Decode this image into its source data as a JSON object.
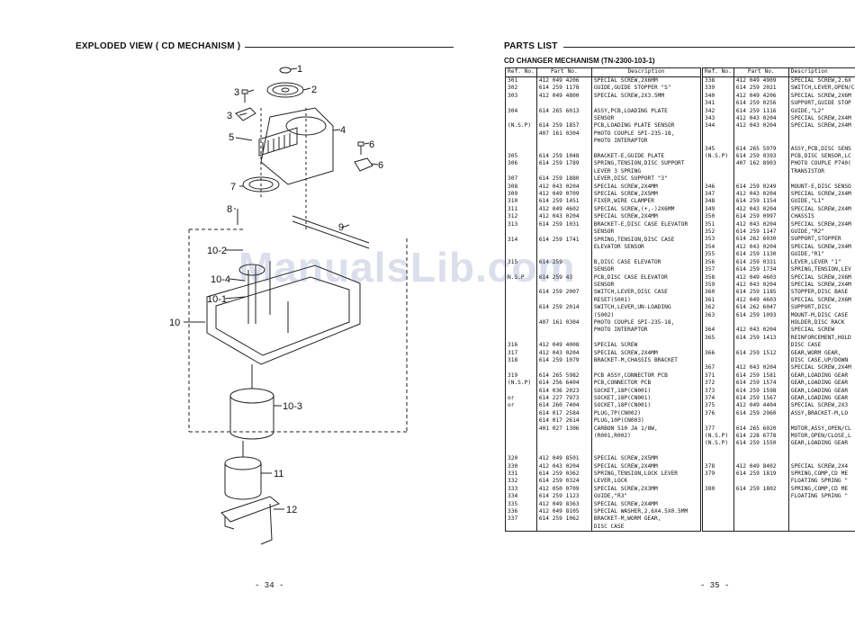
{
  "left_page": {
    "title": "EXPLODED VIEW ( CD MECHANISM )",
    "page_number": "- 34 -",
    "callouts": [
      "1",
      "2",
      "3",
      "4",
      "5",
      "6",
      "3",
      "6",
      "7",
      "8",
      "9",
      "10-2",
      "10-4",
      "10-1",
      "10",
      "10-3",
      "11",
      "12"
    ]
  },
  "right_page": {
    "title": "PARTS LIST",
    "subtitle": "CD CHANGER MECHANISM (TN-2300-103-1)",
    "page_number": "- 35 -",
    "headers": [
      "Ref. No.",
      "Part No.",
      "Description"
    ],
    "left_rows": [
      [
        "301",
        "412 049 4206",
        "SPECIAL SCREW,2X6MM"
      ],
      [
        "302",
        "614 259 1178",
        "GUIDE,GUIDE STOPPER \"S\""
      ],
      [
        "303",
        "412 049 4800",
        "SPECIAL SCREW,2X3.5MM"
      ],
      [
        "",
        "",
        " "
      ],
      [
        "304",
        "614 265 6013",
        "ASSY,PCB,LOADING PLATE"
      ],
      [
        "",
        "",
        "SENSOR"
      ],
      [
        "(N.S.P)",
        "614 259 1857",
        "PCB,LOADING PLATE SENSOR"
      ],
      [
        "",
        "407 161 0304",
        "PHOTO COUPLE SPI-235-18,"
      ],
      [
        "",
        "",
        "PHOTO INTERAPTOR"
      ],
      [
        "",
        "",
        ""
      ],
      [
        "305",
        "614 259 1048",
        "BRACKET-E,GUIDE PLATE"
      ],
      [
        "306",
        "614 259 1789",
        "SPRING,TENSION,DISC SUPPORT"
      ],
      [
        "",
        "",
        "LEVER 3 SPRING"
      ],
      [
        "307",
        "614 259 1880",
        "LEVER,DISC SUPPORT \"3\""
      ],
      [
        "308",
        "412 043 0204",
        "SPECIAL SCREW,2X4MM"
      ],
      [
        "309",
        "412 049 0709",
        "SPECIAL SCREW,2X5MM"
      ],
      [
        "310",
        "614 259 1451",
        "FIXER,WIRE CLAMPER"
      ],
      [
        "311",
        "412 049 4602",
        "SPECIAL SCREW,(+,-)2X6MM"
      ],
      [
        "312",
        "412 043 0204",
        "SPECIAL SCREW,2X4MM"
      ],
      [
        "313",
        "614 259 1031",
        "BRACKET-E,DISC CASE ELEVATOR"
      ],
      [
        "",
        "",
        "SENSOR"
      ],
      [
        "314",
        "614 259 1741",
        "SPRING,TENSION,DISC CASE"
      ],
      [
        "",
        "",
        "ELEVATOR SENSOR"
      ],
      [
        "",
        "",
        ""
      ],
      [
        "315",
        "614 259 ",
        "B,DISC CASE ELEVATOR"
      ],
      [
        "",
        "",
        "SENSOR"
      ],
      [
        "N.S.P",
        "614 259  43",
        "PCB,DISC CASE ELEVATOR"
      ],
      [
        "",
        "",
        "SENSOR"
      ],
      [
        "",
        "614 259 2007",
        "SWITCH,LEVER,DISC CASE"
      ],
      [
        "",
        "",
        "RESET(S001)"
      ],
      [
        "",
        "614 259 2014",
        "SWITCH,LEVER,UN-LOADING"
      ],
      [
        "",
        "",
        "(S002)"
      ],
      [
        "",
        "407 161 0304",
        "PHOTO COUPLE SPI-235-18,"
      ],
      [
        "",
        "",
        "PHOTO INTERAPTOR"
      ],
      [
        "",
        "",
        ""
      ],
      [
        "316",
        "412 049 4008",
        "SPECIAL SCREW"
      ],
      [
        "317",
        "412 043 0204",
        "SPECIAL SCREW,2X4MM"
      ],
      [
        "318",
        "614 259 1079",
        "BRACKET-M,CHASSIS BRACKET"
      ],
      [
        "",
        "",
        ""
      ],
      [
        "319",
        "614 265 5982",
        "PCB ASSY,CONNECTOR PCB"
      ],
      [
        "(N.S.P)",
        "614 256 6404",
        "PCB,CONNECTOR PCB"
      ],
      [
        "",
        "614 036 2023",
        "SOCKET,18P(CN001)"
      ],
      [
        "or",
        "614 227 7973",
        "SOCKET,18P(CN001)"
      ],
      [
        "or",
        "614 260 7404",
        "SOCKET,18P(CN001)"
      ],
      [
        "",
        "614 017 2584",
        "PLUG,7P(CN002)"
      ],
      [
        "",
        "614 017 2614",
        "PLUG,10P(CN003)"
      ],
      [
        "",
        "401 027 1306",
        "CARBON   510 JA  1/8W,"
      ],
      [
        "",
        "",
        "(R001,R002)"
      ],
      [
        "",
        "",
        ""
      ],
      [
        "",
        "",
        ""
      ],
      [
        "320",
        "412 049 8501",
        "SPECIAL SCREW,2X5MM"
      ],
      [
        "330",
        "412 043 0204",
        "SPECIAL SCREW,2X4MM"
      ],
      [
        "331",
        "614 259 0362",
        "SPRING,TENSION,LOCK LEVER"
      ],
      [
        "332",
        "614 259 0324",
        "LEVER,LOCK"
      ],
      [
        "333",
        "412 050 0709",
        "SPECIAL SCREW,2X3MM"
      ],
      [
        "334",
        "614 259 1123",
        "GUIDE,\"R3\""
      ],
      [
        "335",
        "412 049 8363",
        "SPECIAL SCREW,2X4MM"
      ],
      [
        "336",
        "412 049 8105",
        "SPECIAL WASHER,2.6X4.5X0.5MM"
      ],
      [
        "337",
        "614 259 1062",
        "BRACKET-M,WORM GEAR,"
      ],
      [
        "",
        "",
        "DISC CASE"
      ]
    ],
    "right_rows": [
      [
        "338",
        "412 049 4909",
        "SPECIAL SCREW,2.6X"
      ],
      [
        "339",
        "614 259 2021",
        "SWITCH,LEVER,OPEN/C"
      ],
      [
        "340",
        "412 049 4206",
        "SPECIAL SCREW,2X6M"
      ],
      [
        "341",
        "614 259 0256",
        "SUPPORT,GUIDE STOP"
      ],
      [
        "342",
        "614 259 1116",
        "GUIDE,\"L2\""
      ],
      [
        "343",
        "412 043 0204",
        "SPECIAL SCREW,2X4M"
      ],
      [
        "344",
        "412 043 0204",
        "SPECIAL SCREW,2X4M"
      ],
      [
        "",
        "",
        ""
      ],
      [
        "",
        "",
        ""
      ],
      [
        "345",
        "614 265 5979",
        "ASSY,PCB,DISC SENS"
      ],
      [
        "(N.S.P)",
        "614 259 0393",
        "PCB,DISC SENSOR,LC"
      ],
      [
        "",
        "407 162 8903",
        "PHOTO COUPLE P740("
      ],
      [
        "",
        "",
        "TRANSISTOR"
      ],
      [
        "",
        "",
        ""
      ],
      [
        "346",
        "614 259 0249",
        "MOUNT-E,DISC SENSO"
      ],
      [
        "347",
        "412 043 0204",
        "SPECIAL SCREW,2X4M"
      ],
      [
        "348",
        "614 259 1154",
        "GUIDE,\"L1\""
      ],
      [
        "349",
        "412 043 0204",
        "SPECIAL SCREW,2X4M"
      ],
      [
        "350",
        "614 259 0997",
        "CHASSIS"
      ],
      [
        "351",
        "412 043 0204",
        "SPECIAL SCREW,2X4M"
      ],
      [
        "352",
        "614 259 1147",
        "GUIDE,\"R2\""
      ],
      [
        "353",
        "614 262 6030",
        "SUPPORT,STOPPER"
      ],
      [
        "354",
        "412 043 0204",
        "SPECIAL SCREW,2X4M"
      ],
      [
        "355",
        "614 259 1130",
        "GUIDE,\"R1\""
      ],
      [
        "356",
        "614 259 0331",
        "LEVER,LEVER \"1\""
      ],
      [
        "357",
        "614 259 1734",
        "SPRING,TENSION,LEV"
      ],
      [
        "358",
        "412 049 4603",
        "SPECIAL SCREW,2X6M"
      ],
      [
        "359",
        "412 043 0204",
        "SPECIAL SCREW,2X4M"
      ],
      [
        "360",
        "614 259 1185",
        "STOPPER,DISC BASE"
      ],
      [
        "361",
        "412 049 4603",
        "SPECIAL SCREW,2X6M"
      ],
      [
        "362",
        "614 262 6047",
        "SUPPORT,DISC"
      ],
      [
        "363",
        "614 259 1093",
        "MOUNT-M,DISC CASE"
      ],
      [
        "",
        "",
        "HOLDER,DISC RACK"
      ],
      [
        "364",
        "412 043 0204",
        "SPECIAL SCREW"
      ],
      [
        "365",
        "614 259 1413",
        "REINFORCEMENT,HOLD"
      ],
      [
        "",
        "",
        "DISC CASE"
      ],
      [
        "366",
        "614 259 1512",
        "GEAR,WORM GEAR,"
      ],
      [
        "",
        "",
        "DISC CASE,UP/DOWN"
      ],
      [
        "367",
        "412 043 0204",
        "SPECIAL SCREW,2X4M"
      ],
      [
        "371",
        "614 259 1581",
        "GEAR,LOADING GEAR"
      ],
      [
        "372",
        "614 259 1574",
        "GEAR,LOADING GEAR"
      ],
      [
        "373",
        "614 259 1598",
        "GEAR,LOADING GEAR"
      ],
      [
        "374",
        "614 259 1567",
        "GEAR,LOADING GEAR"
      ],
      [
        "375",
        "412 049 4404",
        "SPECIAL SCREW,2X3"
      ],
      [
        "376",
        "614 259 2960",
        "ASSY,BRACKET-M,LO"
      ],
      [
        "",
        "",
        ""
      ],
      [
        "377",
        "614 265 6020",
        "MOTOR,ASSY,OPEN/CL"
      ],
      [
        "(N.S.P)",
        "614 228 6778",
        "MOTOR,OPEN/CLOSE,L"
      ],
      [
        "(N.S.P)",
        "614 259 1550",
        "GEAR,LOADING GEAR"
      ],
      [
        "",
        "",
        ""
      ],
      [
        "",
        "",
        ""
      ],
      [
        "378",
        "412 049 8402",
        "SPECIAL SCREW,2X4"
      ],
      [
        "379",
        "614 259 1819",
        "SPRING,COMP,CD ME"
      ],
      [
        "",
        "",
        "FLOATING SPRING \""
      ],
      [
        "380",
        "614 259 1802",
        "SPRING,COMP,CD ME"
      ],
      [
        "",
        "",
        "FLOATING SPRING \""
      ],
      [
        "",
        "",
        ""
      ],
      [
        "",
        "",
        ""
      ],
      [
        "",
        "",
        ""
      ],
      [
        "",
        "",
        ""
      ]
    ]
  },
  "watermark": "ManualsLib.com"
}
